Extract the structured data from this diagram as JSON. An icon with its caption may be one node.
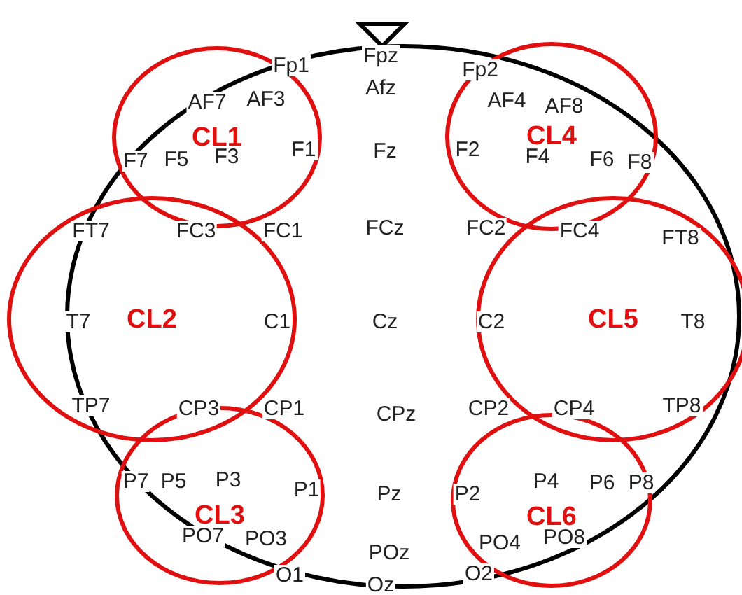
{
  "diagram": {
    "nodes": [
      {
        "text": [
          "CL1"
        ]
      },
      {
        "text": [
          "CL4"
        ]
      },
      {
        "text": [
          "CL2"
        ]
      },
      {
        "text": [
          "CL5"
        ]
      },
      {
        "text": [
          "CL3"
        ]
      },
      {
        "text": [
          "CL6"
        ]
      }
    ],
    "labels": [
      "Fp1",
      "Fpz",
      "Fp2",
      "AF7",
      "AF3",
      "Afz",
      "AF4",
      "AF8",
      "F7",
      "F5",
      "F3",
      "F1",
      "Fz",
      "F2",
      "F4",
      "F6",
      "F8",
      "FT7",
      "FC3",
      "FC1",
      "FCz",
      "FC2",
      "FC4",
      "FT8",
      "T7",
      "C1",
      "Cz",
      "C2",
      "T8",
      "TP7",
      "CP3",
      "CP1",
      "CPz",
      "CP2",
      "CP4",
      "TP8",
      "P7",
      "P5",
      "P3",
      "P1",
      "Pz",
      "P2",
      "P4",
      "P6",
      "P8",
      "PO7",
      "PO3",
      "POz",
      "PO4",
      "PO8",
      "O1",
      "Oz",
      "O2"
    ]
  }
}
